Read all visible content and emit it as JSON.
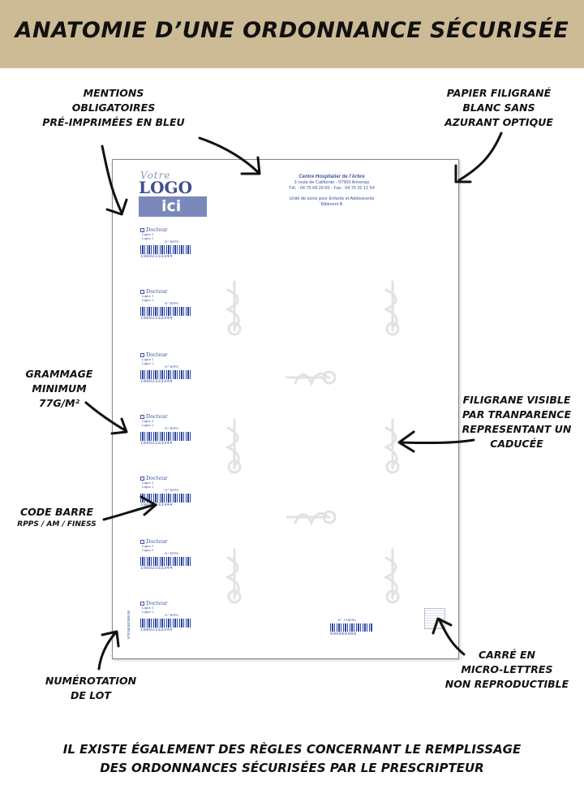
{
  "banner": {
    "title": "ANATOMIE D’UNE ORDONNANCE SÉCURISÉE",
    "color": "#cdbb95"
  },
  "labels": {
    "mentions": [
      "MENTIONS",
      "OBLIGATOIRES",
      "PRÉ-IMPRIMÉES EN BLEU"
    ],
    "papier": [
      "PAPIER FILIGRANÉ",
      "BLANC SANS",
      "AZURANT OPTIQUE"
    ],
    "grammage": [
      "GRAMMAGE",
      "MINIMUM",
      "77G/M²"
    ],
    "filigrane": [
      "FILIGRANE VISIBLE",
      "PAR TRANPARENCE",
      "REPRESENTANT UN",
      "CADUCÉE"
    ],
    "codebarre": [
      "CODE BARRE",
      "RPPS / AM / FINESS"
    ],
    "numerotation": [
      "NUMÉROTATION",
      "DE LOT"
    ],
    "carre": [
      "CARRÉ EN",
      "MICRO-LETTRES",
      "NON REPRODUCTIBLE"
    ]
  },
  "document": {
    "logo": {
      "votre": "Votre",
      "logo": "LOGO",
      "ici": "ici"
    },
    "header": {
      "name": "Centre Hospitalier de l’Arbre",
      "address": "3 route de Californie - 07900 Annonay",
      "phone": "Tél. : 04 75 68 20 50 - Fax : 04 75 32 12 54",
      "unit": "Unité de soins pour Enfants et Adolescents",
      "building": "Bâtiment B"
    },
    "prescriber": {
      "doctor": "Docteur",
      "line1": "Ligne 1",
      "line2": "Ligne 2",
      "rpps": "N° RPPS",
      "barcode_number": "10002333344"
    },
    "lot_number": "0701B4B26B610",
    "bottom_code": {
      "label": "N° FINESS",
      "number": "000000000"
    }
  },
  "footer": [
    "IL EXISTE ÉGALEMENT DES RÈGLES CONCERNANT LE REMPLISSAGE",
    "DES ORDONNANCES SÉCURISÉES PAR LE PRESCRIPTEUR"
  ],
  "colors": {
    "print_blue": "#3a55a0",
    "watermark": "#e2e2e2"
  }
}
